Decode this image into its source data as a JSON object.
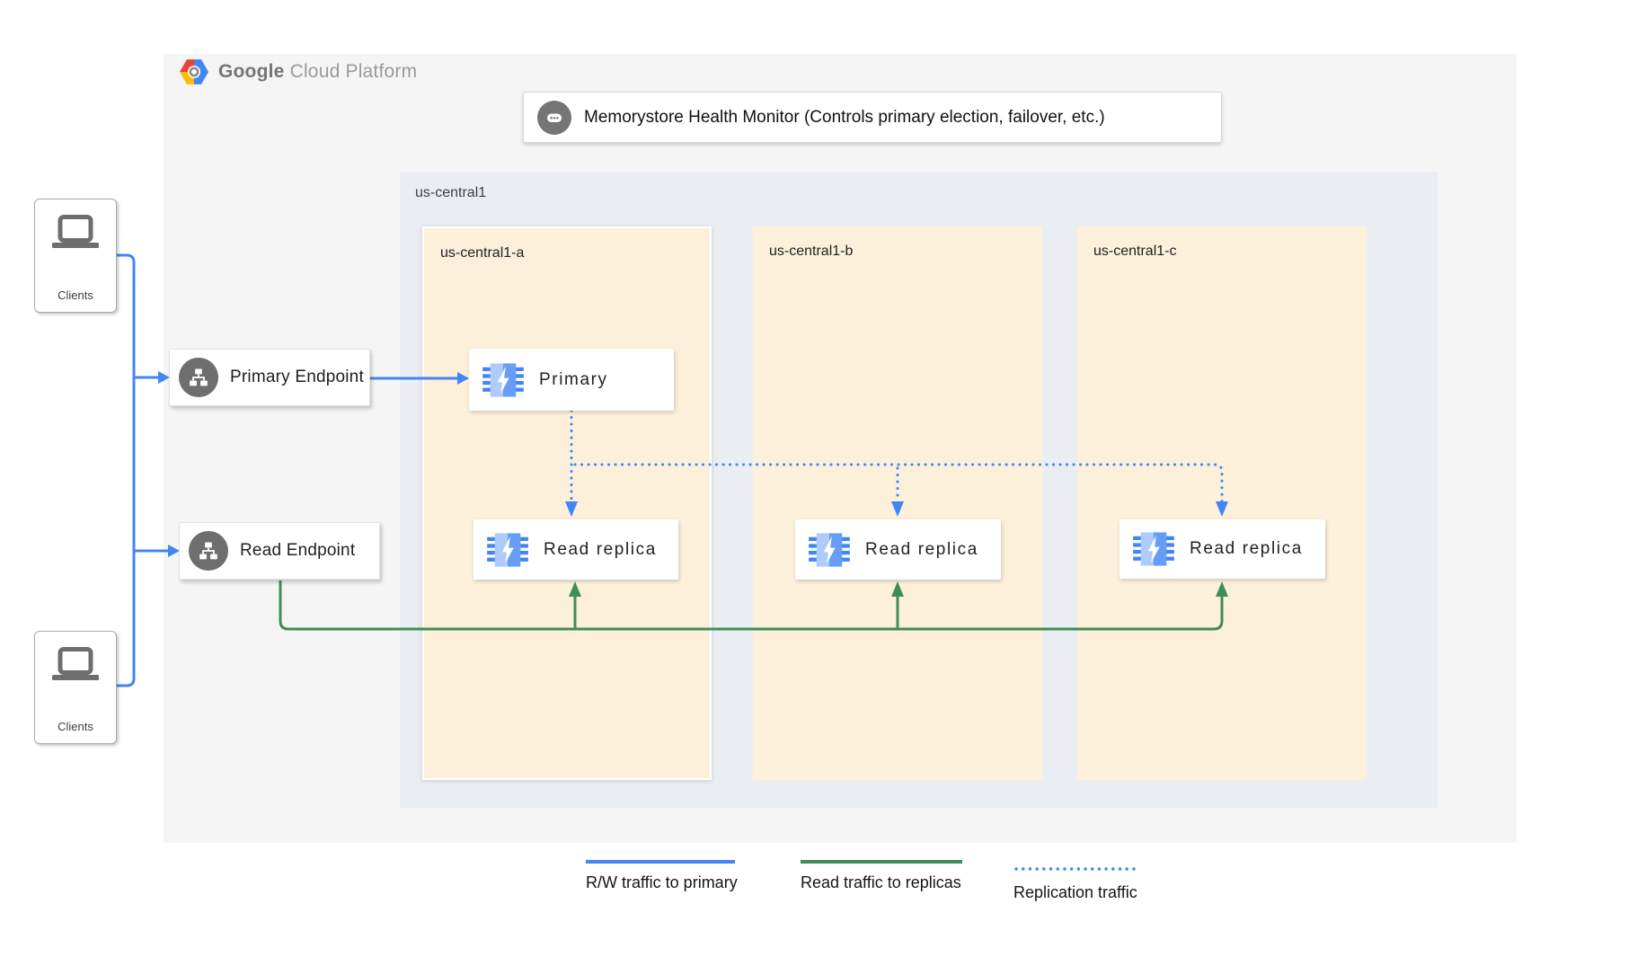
{
  "brand": {
    "google": "Google",
    "suffix": "Cloud Platform"
  },
  "health_monitor": {
    "label": "Memorystore Health Monitor (Controls primary election, failover, etc.)"
  },
  "region": {
    "label": "us-central1"
  },
  "zones": [
    {
      "label": "us-central1-a"
    },
    {
      "label": "us-central1-b"
    },
    {
      "label": "us-central1-c"
    }
  ],
  "clients": {
    "top": "Clients",
    "bottom": "Clients"
  },
  "endpoints": {
    "primary": "Primary Endpoint",
    "read": "Read Endpoint"
  },
  "nodes": {
    "primary": "Primary",
    "replica_a": "Read replica",
    "replica_b": "Read replica",
    "replica_c": "Read replica"
  },
  "legend": {
    "items": [
      {
        "label": "R/W traffic to primary",
        "style": "solid",
        "color": "#4285F4"
      },
      {
        "label": "Read traffic to replicas",
        "style": "solid",
        "color": "#3E8E55"
      },
      {
        "label": "Replication traffic",
        "style": "dotted",
        "color": "#4285F4"
      }
    ]
  },
  "colors": {
    "rw_traffic_blue": "#4285F4",
    "read_traffic_green": "#3E8E55",
    "replication_blue": "#4285F4",
    "zone_fill": "#FCF0DB",
    "region_fill": "#EAEEF2",
    "panel_fill": "#F5F5F6",
    "icon_gray": "#6E6E6E"
  }
}
